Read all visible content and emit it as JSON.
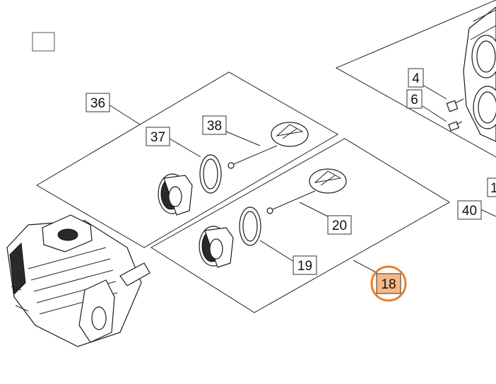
{
  "callouts": [
    {
      "id": "36",
      "label": "36"
    },
    {
      "id": "37",
      "label": "37"
    },
    {
      "id": "38",
      "label": "38"
    },
    {
      "id": "4",
      "label": "4"
    },
    {
      "id": "6",
      "label": "6"
    },
    {
      "id": "1",
      "label": "1"
    },
    {
      "id": "40",
      "label": "40"
    },
    {
      "id": "20",
      "label": "20"
    },
    {
      "id": "19",
      "label": "19"
    },
    {
      "id": "18",
      "label": "18"
    }
  ],
  "highlight": {
    "id": "18",
    "fill": "#f6b887",
    "ring": "#ef7d22"
  },
  "colors": {
    "line": "#222222",
    "background": "#ffffff"
  }
}
